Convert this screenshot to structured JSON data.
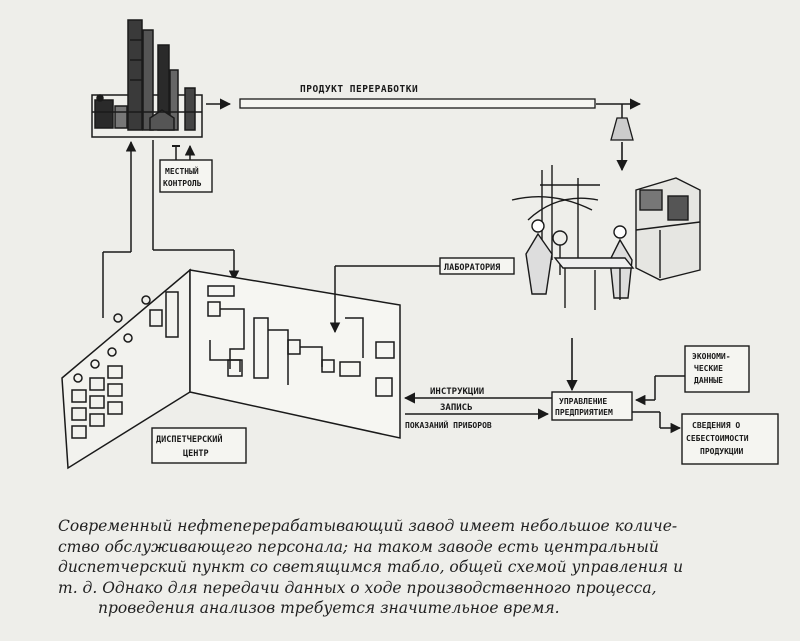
{
  "labels": {
    "product": "ПРОДУКТ  ПЕРЕРАБОТКИ",
    "local_control": [
      "МЕСТНЫЙ",
      "КОНТРОЛЬ"
    ],
    "laboratory": "ЛАБОРАТОРИЯ",
    "economic_data": [
      "ЭКОНОМИ-",
      "ЧЕСКИЕ",
      "ДАННЫЕ"
    ],
    "management": [
      "УПРАВЛЕНИЕ",
      "ПРЕДПРИЯТИЕМ"
    ],
    "instructions": "ИНСТРУКЦИИ",
    "recording": "ЗАПИСЬ",
    "instrument_readings": "ПОКАЗАНИЙ  ПРИБОРОВ",
    "cost_info": [
      "СВЕДЕНИЯ О",
      "СЕБЕСТОИМОСТИ",
      "ПРОДУКЦИИ"
    ],
    "control_center": [
      "ДИСПЕТЧЕРСКИЙ",
      "ЦЕНТР"
    ]
  },
  "caption": [
    "Современный нефтеперерабатывающий завод имеет небольшое количе-",
    "ство обслуживающего персонала; на таком заводе есть центральный",
    "диспетчерский пункт со светящимся табло, общей схемой управления и",
    "т. д. Однако для передачи данных о ходе производственного процесса,",
    "проведения анализов требуется значительное время."
  ]
}
